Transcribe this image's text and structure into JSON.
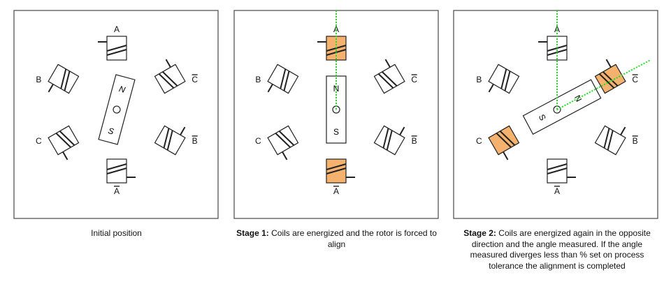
{
  "colors": {
    "energized": "#f5b26e",
    "alignment_line": "#22dd22",
    "stroke": "#222222"
  },
  "panels": [
    {
      "rotor_angle": 15,
      "rotor_labels": {
        "north": "N",
        "south": "S"
      },
      "coils": [
        {
          "label": "A",
          "bar": false,
          "energized": false
        },
        {
          "label": "C",
          "bar": true,
          "energized": false
        },
        {
          "label": "B",
          "bar": true,
          "energized": false
        },
        {
          "label": "A",
          "bar": true,
          "energized": false
        },
        {
          "label": "C",
          "bar": false,
          "energized": false
        },
        {
          "label": "B",
          "bar": false,
          "energized": false
        }
      ],
      "alignment_lines": [],
      "caption": {
        "bold": "",
        "text": "Initial position"
      }
    },
    {
      "rotor_angle": 0,
      "rotor_labels": {
        "north": "N",
        "south": "S"
      },
      "coils": [
        {
          "label": "A",
          "bar": false,
          "energized": true
        },
        {
          "label": "C",
          "bar": true,
          "energized": false
        },
        {
          "label": "B",
          "bar": true,
          "energized": false
        },
        {
          "label": "A",
          "bar": true,
          "energized": true
        },
        {
          "label": "C",
          "bar": false,
          "energized": false
        },
        {
          "label": "B",
          "bar": false,
          "energized": false
        }
      ],
      "alignment_lines": [
        0
      ],
      "caption": {
        "bold": "Stage 1:",
        "text": " Coils are energized and the rotor is forced to align"
      }
    },
    {
      "rotor_angle": 62,
      "rotor_labels": {
        "north": "N",
        "south": "S"
      },
      "coils": [
        {
          "label": "A",
          "bar": false,
          "energized": false
        },
        {
          "label": "C",
          "bar": true,
          "energized": true
        },
        {
          "label": "B",
          "bar": true,
          "energized": false
        },
        {
          "label": "A",
          "bar": true,
          "energized": false
        },
        {
          "label": "C",
          "bar": false,
          "energized": true
        },
        {
          "label": "B",
          "bar": false,
          "energized": false
        }
      ],
      "alignment_lines": [
        0,
        62
      ],
      "caption": {
        "bold": "Stage 2:",
        "text": " Coils are energized again in the opposite direction and the angle measured. If the angle measured diverges less than % set on process tolerance the alignment is completed"
      }
    }
  ]
}
